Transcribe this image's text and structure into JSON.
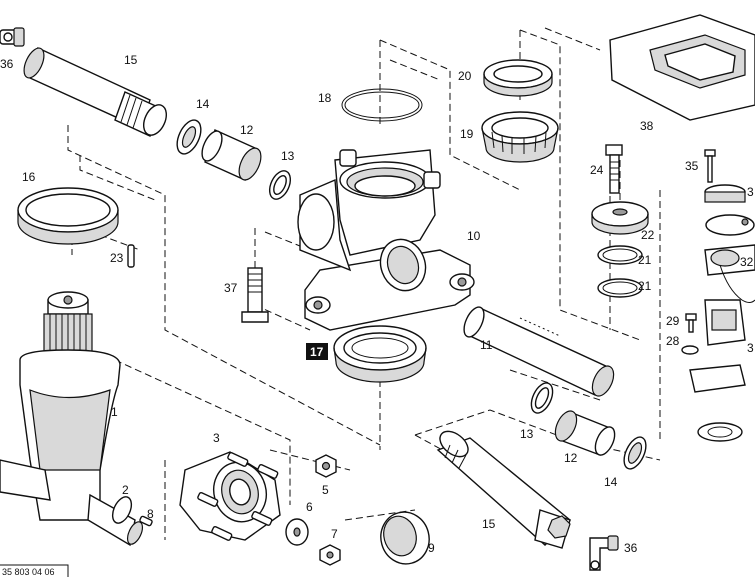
{
  "diagram": {
    "document_number": "35 803 04 06",
    "highlighted_part": "17",
    "callouts": [
      {
        "id": "c36a",
        "text": "36"
      },
      {
        "id": "c15a",
        "text": "15"
      },
      {
        "id": "c14a",
        "text": "14"
      },
      {
        "id": "c12a",
        "text": "12"
      },
      {
        "id": "c13a",
        "text": "13"
      },
      {
        "id": "c16",
        "text": "16"
      },
      {
        "id": "c23",
        "text": "23"
      },
      {
        "id": "c18",
        "text": "18"
      },
      {
        "id": "c20",
        "text": "20"
      },
      {
        "id": "c19",
        "text": "19"
      },
      {
        "id": "c38",
        "text": "38"
      },
      {
        "id": "c35",
        "text": "35"
      },
      {
        "id": "c24",
        "text": "24"
      },
      {
        "id": "c22",
        "text": "22"
      },
      {
        "id": "c21a",
        "text": "21"
      },
      {
        "id": "c21b",
        "text": "21"
      },
      {
        "id": "c10",
        "text": "10"
      },
      {
        "id": "c37",
        "text": "37"
      },
      {
        "id": "c11",
        "text": "11"
      },
      {
        "id": "c29",
        "text": "29"
      },
      {
        "id": "c28",
        "text": "28"
      },
      {
        "id": "c1",
        "text": "1"
      },
      {
        "id": "c3",
        "text": "3"
      },
      {
        "id": "c5",
        "text": "5"
      },
      {
        "id": "c13b",
        "text": "13"
      },
      {
        "id": "c12b",
        "text": "12"
      },
      {
        "id": "c14b",
        "text": "14"
      },
      {
        "id": "c2",
        "text": "2"
      },
      {
        "id": "c8",
        "text": "8"
      },
      {
        "id": "c6",
        "text": "6"
      },
      {
        "id": "c7",
        "text": "7"
      },
      {
        "id": "c9",
        "text": "9"
      },
      {
        "id": "c15b",
        "text": "15"
      },
      {
        "id": "c36b",
        "text": "36"
      },
      {
        "id": "c3r",
        "text": "3"
      },
      {
        "id": "c32",
        "text": "32"
      },
      {
        "id": "c3r2",
        "text": "3"
      }
    ]
  }
}
